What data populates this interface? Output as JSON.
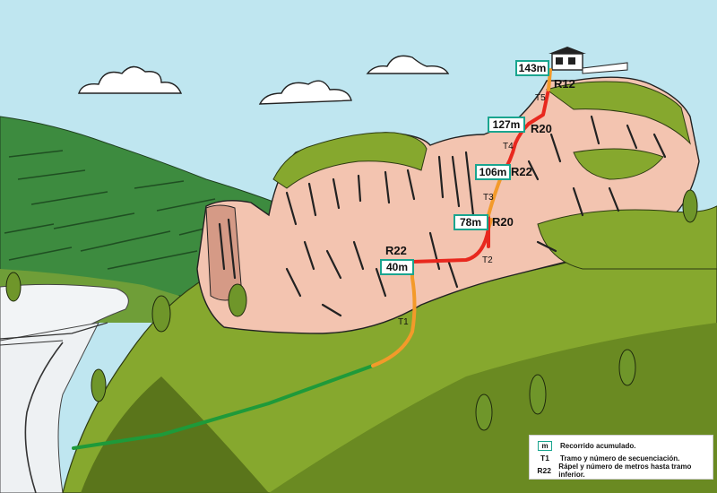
{
  "distances": [
    {
      "id": "d40",
      "label": "40m"
    },
    {
      "id": "d78",
      "label": "78m"
    },
    {
      "id": "d106",
      "label": "106m"
    },
    {
      "id": "d127",
      "label": "127m"
    },
    {
      "id": "d143",
      "label": "143m"
    }
  ],
  "sections": [
    {
      "id": "t1",
      "label": "T1"
    },
    {
      "id": "t2",
      "label": "T2"
    },
    {
      "id": "t3",
      "label": "T3"
    },
    {
      "id": "t4",
      "label": "T4"
    },
    {
      "id": "t5",
      "label": "T5"
    }
  ],
  "rappels": [
    {
      "id": "r22a",
      "label": "R22"
    },
    {
      "id": "r20a",
      "label": "R20"
    },
    {
      "id": "r22b",
      "label": "R22"
    },
    {
      "id": "r20b",
      "label": "R20"
    },
    {
      "id": "r12",
      "label": "R12"
    }
  ],
  "legend": {
    "items": [
      {
        "key": "m",
        "text": "Recorrido acumulado."
      },
      {
        "key": "T1",
        "text": "Tramo y número de secuenciación."
      },
      {
        "key": "R22",
        "text": "Rápel y número de metros hasta tramo inferior."
      }
    ]
  },
  "colors": {
    "sky": "#bfe6f0",
    "rock": "#f3c4b0",
    "vegetation": "#86a82e",
    "approach_path": "#1e9a3a",
    "climb_section": "#f39a2a",
    "rappel_section": "#e8281e",
    "distance_box_border": "#1aa58f"
  }
}
